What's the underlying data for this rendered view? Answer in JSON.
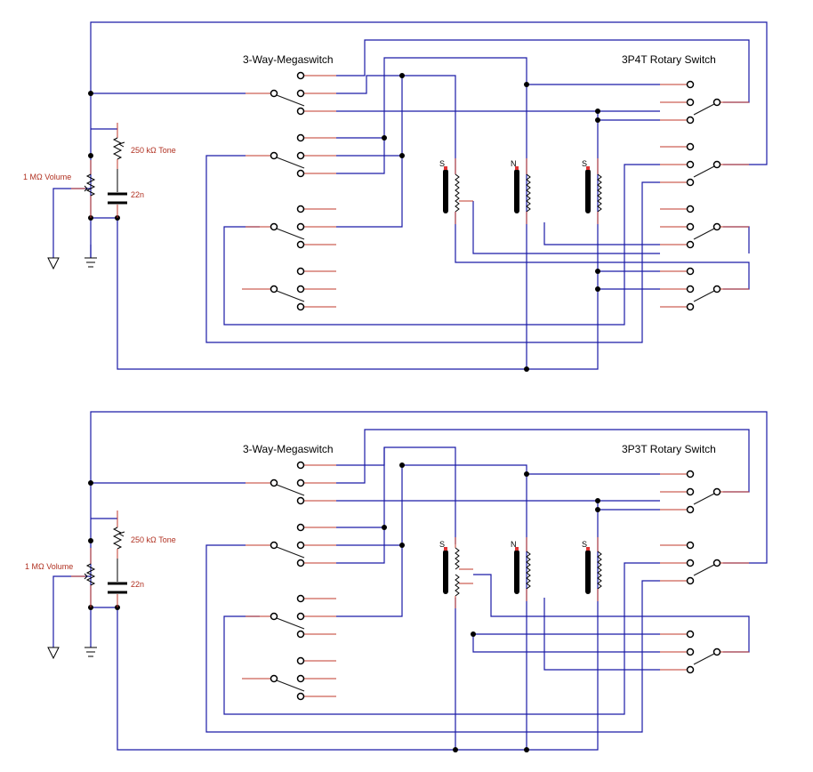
{
  "diagrams": [
    {
      "megaswitch_label": "3-Way-Megaswitch",
      "rotary_label": "3P4T Rotary Switch",
      "tone_label": "250 kΩ Tone",
      "volume_label": "1 MΩ Volume",
      "cap_label": "22n",
      "pickups": [
        "S",
        "N",
        "S"
      ]
    },
    {
      "megaswitch_label": "3-Way-Megaswitch",
      "rotary_label": "3P3T Rotary Switch",
      "tone_label": "250 kΩ Tone",
      "volume_label": "1 MΩ Volume",
      "cap_label": "22n",
      "pickups": [
        "S",
        "N",
        "S"
      ]
    }
  ],
  "colors": {
    "wire": "#1a1aa6",
    "lead": "#c0392b",
    "component_text": "#b03020"
  }
}
